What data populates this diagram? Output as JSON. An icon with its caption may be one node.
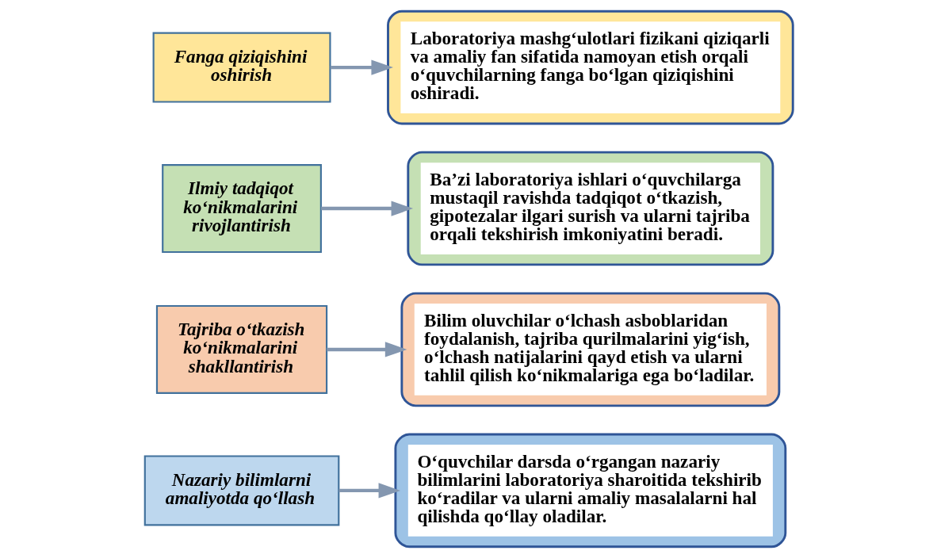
{
  "diagram": {
    "nodes": [
      {
        "text": [
          "Nazariy bilimlarni amaliyotda qo‘llash"
        ]
      },
      {
        "text": [
          "O‘quvchilar darsda o‘rgangan nazariy bilimlarini laboratoriya sharoitida tekshirib ko‘radilar va ularni amaliy masalalarni hal qilishda qo‘llay oladilar."
        ]
      },
      {
        "text": [
          "Tajriba o‘tkazish ko‘nikmalarini shakllantirish"
        ]
      },
      {
        "text": [
          "Bilim oluvchilar o‘lchash asboblaridan foydalanish, tajriba qurilmalarini yig‘ish, o‘lchash natijalarini qayd etish va ularni tahlil qilish ko‘nikmalariga ega bo‘ladilar."
        ]
      },
      {
        "text": [
          "Ilmiy tadqiqot ko‘nikmalarini rivojlantirish"
        ]
      },
      {
        "text": [
          "Ba’zi laboratoriya ishlari o‘quvchilarga mustaqil ravishda tadqiqot o‘tkazish, gipotezalar ilgari surish va ularni tajriba orqali tekshirish imkoniyatini beradi."
        ]
      },
      {
        "text": [
          "Fanga qiziqishini oshirish"
        ]
      },
      {
        "text": [
          "Laboratoriya mashg‘ulotlari fizikani qiziqarli va amaliy fan sifatida namoyan etish orqali o‘quvchilarning fanga bo‘lgan qiziqishini oshiradi."
        ]
      }
    ],
    "edges": [
      {
        "from": 0,
        "to": 1,
        "arrow": "to"
      },
      {
        "from": 2,
        "to": 3,
        "arrow": "to"
      },
      {
        "from": 4,
        "to": 5,
        "arrow": "to"
      },
      {
        "from": 6,
        "to": 7,
        "arrow": "to"
      }
    ]
  }
}
